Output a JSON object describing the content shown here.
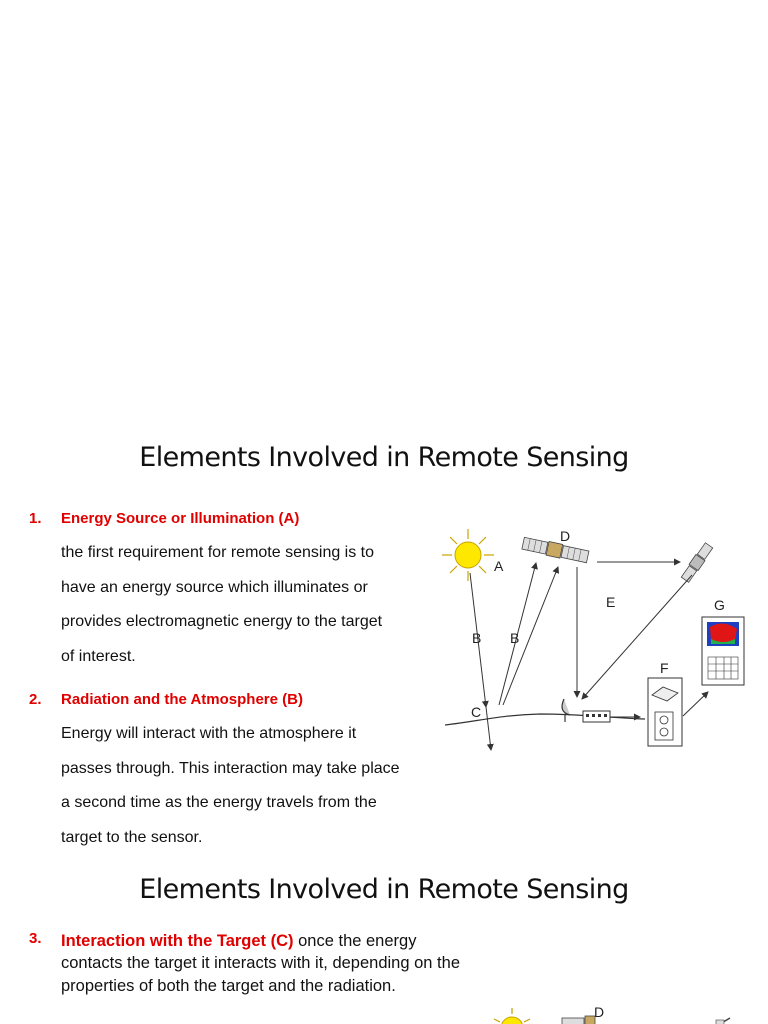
{
  "sections": [
    {
      "title": "Elements Involved in Remote Sensing",
      "items": [
        {
          "number": "1.",
          "heading": "Energy Source or Illumination (A)",
          "lines": [
            "the first requirement for remote sensing is to",
            "have an energy source which illuminates or",
            "provides electromagnetic energy to the target",
            "of interest."
          ]
        },
        {
          "number": "2.",
          "heading": "Radiation and the Atmosphere (B)",
          "lines": [
            "Energy will interact with the atmosphere it",
            "passes through. This interaction may take place",
            "a second time as the energy travels from the",
            "target to the sensor."
          ]
        }
      ]
    },
    {
      "title": "Elements Involved in Remote Sensing",
      "items": [
        {
          "number": "3.",
          "heading": "Interaction with the Target (C)",
          "text": " once the energy contacts the target it interacts with it, depending on the properties of both the target and the radiation."
        }
      ]
    }
  ],
  "diagram": {
    "labels": {
      "A": "A",
      "B1": "B",
      "B2": "B",
      "C": "C",
      "D": "D",
      "E": "E",
      "F": "F",
      "G": "G"
    }
  },
  "diagram2": {
    "labels": {
      "D": "D"
    }
  }
}
